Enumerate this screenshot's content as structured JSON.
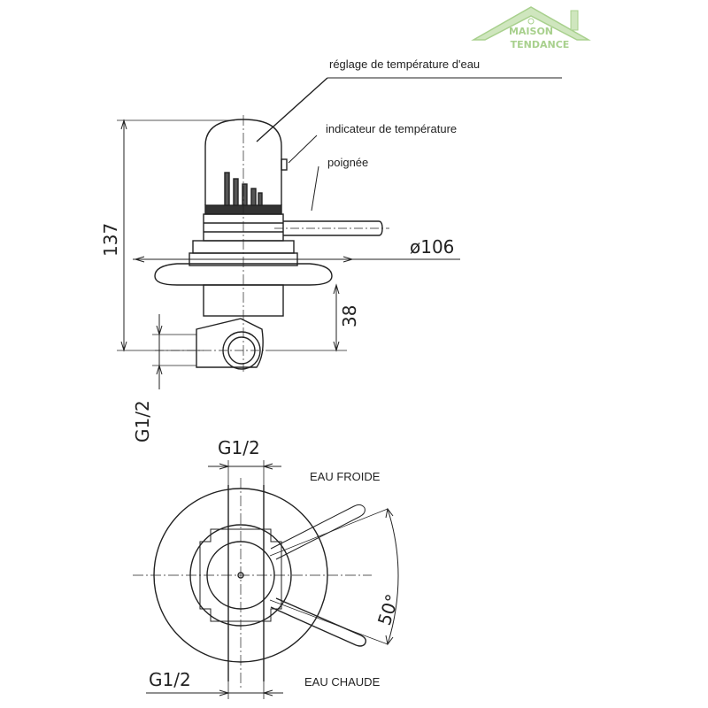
{
  "logo": {
    "line1": "MAISON",
    "line2": "TENDANCE",
    "color": "#a8d08d"
  },
  "labels": {
    "temp_setting": "réglage de température  d'eau",
    "temp_indicator": "indicateur de température",
    "handle": "poignée",
    "cold_water": "EAU FROIDE",
    "hot_water": "EAU CHAUDE"
  },
  "dimensions": {
    "height_total": "137",
    "diameter": "ø106",
    "depth_body": "38",
    "thread_side": "G1/2",
    "thread_top": "G1/2",
    "thread_bottom": "G1/2",
    "angle": "50°"
  },
  "colors": {
    "line": "#222222",
    "background": "#ffffff"
  }
}
